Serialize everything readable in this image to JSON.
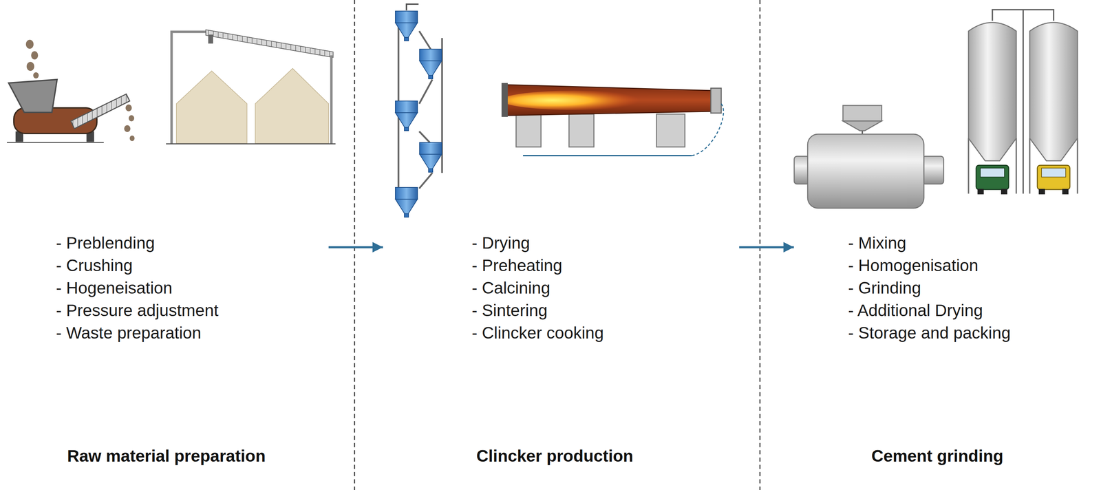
{
  "diagram": {
    "nodes": [
      {
        "text": [
          "- Preblending",
          "- Crushing",
          "- Hogeneisation",
          "- Pressure adjustment",
          "- Waste preparation",
          "Raw material preparation"
        ]
      },
      {
        "text": [
          "- Drying",
          "- Preheating",
          "- Calcining",
          "- Sintering",
          "- Clincker cooking",
          "Clincker production"
        ]
      },
      {
        "text": [
          "- Mixing",
          "- Homogenisation",
          "- Grinding",
          "- Additional Drying",
          "- Storage and packing",
          "Cement grinding"
        ]
      }
    ],
    "edges": [
      {
        "from": 0,
        "to": 1,
        "arrow": "to"
      },
      {
        "from": 1,
        "to": 2,
        "arrow": "to"
      }
    ]
  }
}
